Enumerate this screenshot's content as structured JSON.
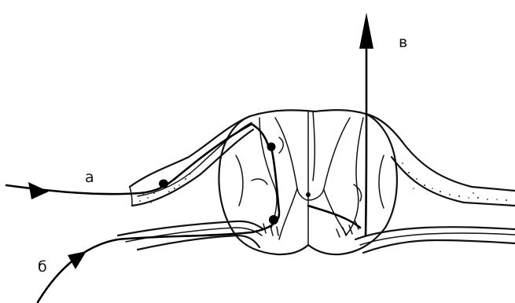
{
  "labels": {
    "a": "а",
    "b": "б",
    "v": "в"
  },
  "colors": {
    "ink": "#111111",
    "background": "#ffffff"
  }
}
